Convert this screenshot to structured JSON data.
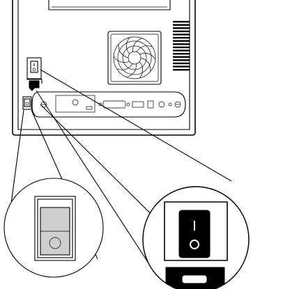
{
  "figure": {
    "subject": "rear-panel-power-switch",
    "switch_symbols": {
      "on": "|",
      "off": "O"
    },
    "callouts": [
      {
        "id": "switch-off-detail",
        "state": "off"
      },
      {
        "id": "switch-on-detail",
        "state": "on"
      }
    ]
  },
  "colors": {
    "line": "#000000",
    "background": "#ffffff",
    "switch_gray": "#cfcfcf",
    "switch_dark": "#000000"
  }
}
